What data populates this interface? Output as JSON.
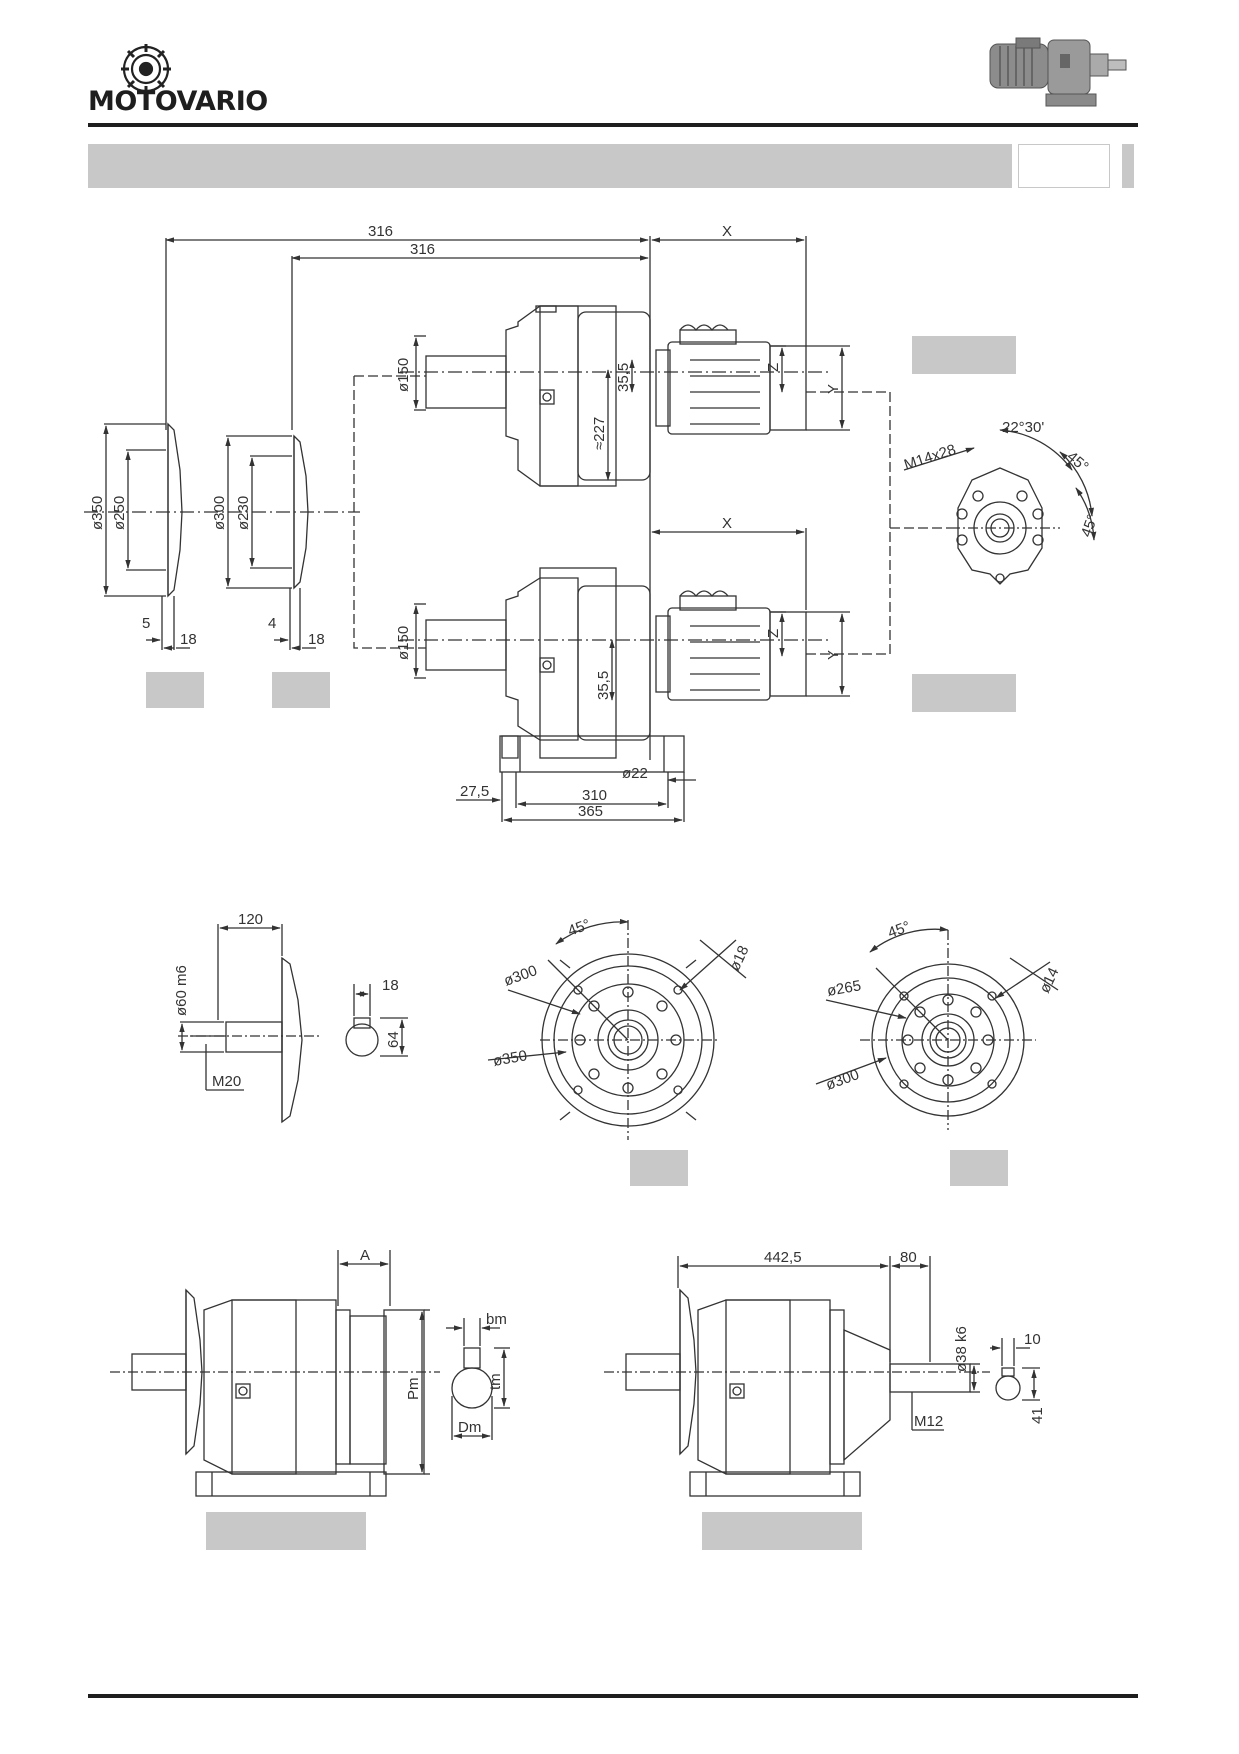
{
  "brand": {
    "name": "MOTOVARIO"
  },
  "top_view": {
    "overall_1": "316",
    "overall_2": "316",
    "motor_length": "X",
    "motor_length_2": "X",
    "motor_z": "Z",
    "motor_z_2": "Z",
    "motor_y": "Y",
    "motor_y_2": "Y",
    "shaft_dia": "ø150",
    "shaft_dia_2": "ø150",
    "housing_dia": "≈227",
    "offset": "35,5",
    "offset_2": "35,5"
  },
  "flanges": {
    "a": {
      "outer": "ø350",
      "inner": "ø250",
      "gap": "5",
      "thick": "18"
    },
    "b": {
      "outer": "ø300",
      "inner": "ø230",
      "gap": "4",
      "thick": "18"
    }
  },
  "motor_flange": {
    "thread": "M14x28",
    "angle_1": "22°30'",
    "angle_2": "45°",
    "angle_3": "45°"
  },
  "foot": {
    "hole": "ø22",
    "edge": "27,5",
    "span": "310",
    "total": "365"
  },
  "shaft_detail": {
    "length": "120",
    "diameter": "ø60 m6",
    "thread": "M20",
    "key_width": "18",
    "key_height": "64"
  },
  "flange_view_1": {
    "angle": "45°",
    "hole": "ø18",
    "pcd": "ø300",
    "outer": "ø350"
  },
  "flange_view_2": {
    "angle": "45°",
    "hole": "ø14",
    "pcd": "ø265",
    "outer": "ø300"
  },
  "hollow_shaft": {
    "length": "A",
    "keyway_width": "bm",
    "bore_depth": "Pm",
    "keyway_height": "tm",
    "bore": "Dm"
  },
  "output_shaft": {
    "length": "442,5",
    "extension": "80",
    "diameter": "ø38 k6",
    "thread": "M12",
    "key_width": "10",
    "key_height": "41"
  }
}
